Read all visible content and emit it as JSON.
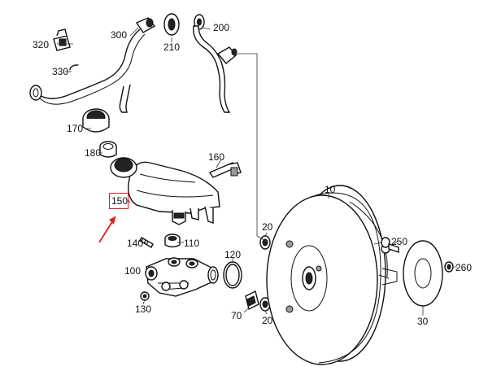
{
  "diagram": {
    "callouts": [
      {
        "id": "10",
        "label": "10"
      },
      {
        "id": "20a",
        "label": "20"
      },
      {
        "id": "20b",
        "label": "20"
      },
      {
        "id": "30",
        "label": "30"
      },
      {
        "id": "70",
        "label": "70"
      },
      {
        "id": "100",
        "label": "100"
      },
      {
        "id": "110",
        "label": "110"
      },
      {
        "id": "120",
        "label": "120"
      },
      {
        "id": "130",
        "label": "130"
      },
      {
        "id": "140",
        "label": "140"
      },
      {
        "id": "150",
        "label": "150"
      },
      {
        "id": "160",
        "label": "160"
      },
      {
        "id": "170",
        "label": "170"
      },
      {
        "id": "180",
        "label": "180"
      },
      {
        "id": "200",
        "label": "200"
      },
      {
        "id": "210",
        "label": "210"
      },
      {
        "id": "250",
        "label": "250"
      },
      {
        "id": "260",
        "label": "260"
      },
      {
        "id": "300",
        "label": "300"
      },
      {
        "id": "320",
        "label": "320"
      },
      {
        "id": "330",
        "label": "330"
      }
    ],
    "highlight": {
      "callout": "150",
      "color": "#e8191c"
    }
  }
}
